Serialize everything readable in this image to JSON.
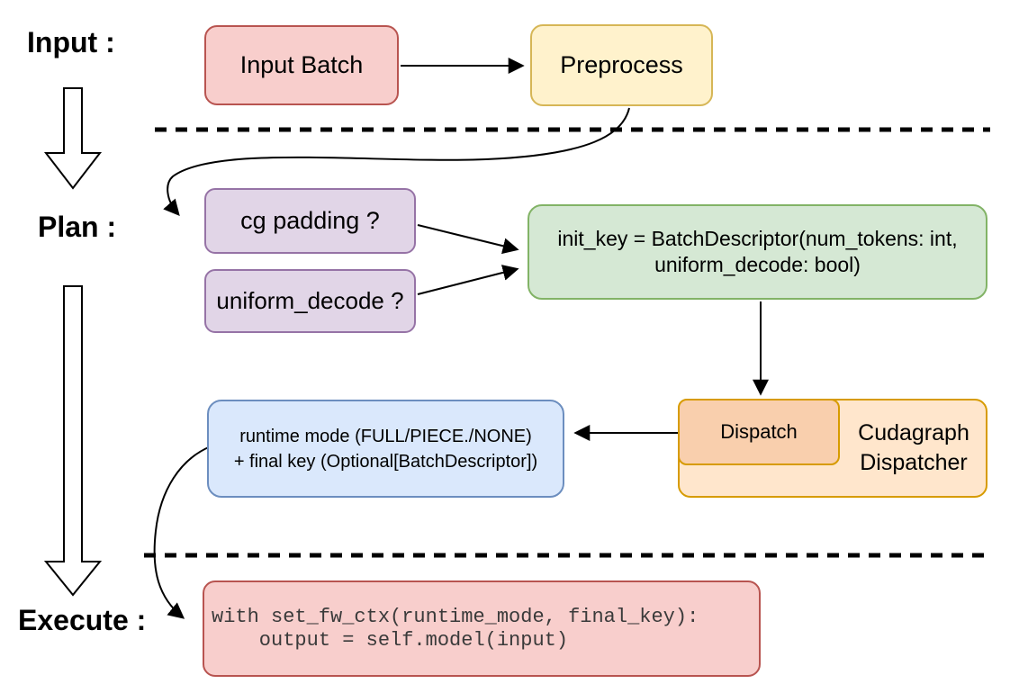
{
  "palette": {
    "red_fill": "#f8cecc",
    "red_stroke": "#b85450",
    "yellow_fill": "#fff2cc",
    "yellow_stroke": "#d6b656",
    "purple_fill": "#e1d5e7",
    "purple_stroke": "#9673a6",
    "green_fill": "#d5e8d4",
    "green_stroke": "#82b366",
    "blue_fill": "#dae8fc",
    "blue_stroke": "#6c8ebf",
    "orange_fill": "#ffe6cc",
    "orange_inner_fill": "#f9cfad",
    "orange_stroke": "#d79b00",
    "code_text": "#3a3a3a",
    "connector": "#000000"
  },
  "stage_labels": {
    "input": "Input :",
    "plan": "Plan :",
    "execute": "Execute :"
  },
  "nodes": {
    "input_batch": {
      "label": "Input Batch"
    },
    "preprocess": {
      "label": "Preprocess"
    },
    "cg_padding": {
      "label": "cg padding ?"
    },
    "uniform_decode": {
      "label": "uniform_decode ?"
    },
    "init_key": {
      "line1": "init_key = BatchDescriptor(num_tokens: int,",
      "line2": "uniform_decode: bool)"
    },
    "dispatch": {
      "label": "Dispatch"
    },
    "cudagraph_dispatcher": {
      "label": "Cudagraph Dispatcher"
    },
    "runtime_result": {
      "line1": "runtime mode (FULL/PIECE./NONE)",
      "line2": "+ final key (Optional[BatchDescriptor])"
    },
    "execute_code": {
      "line1": "with set_fw_ctx(runtime_mode, final_key):",
      "line2": "    output = self.model(input)"
    }
  }
}
